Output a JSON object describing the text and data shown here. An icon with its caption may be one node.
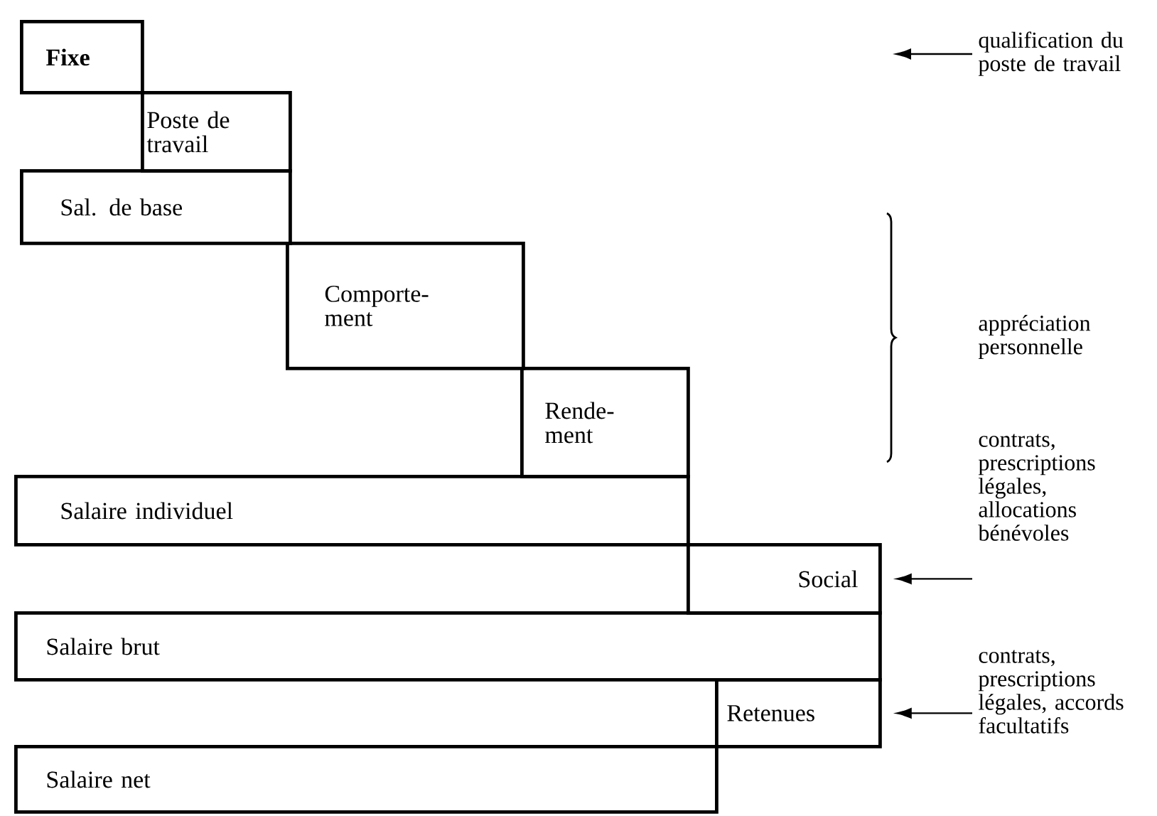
{
  "diagram": {
    "nodes": [
      {
        "text": [
          "Fixe"
        ]
      },
      {
        "text": [
          "Poste de travail"
        ]
      },
      {
        "text": [
          "Sal. de base"
        ]
      },
      {
        "text": [
          "Comporte- ment"
        ]
      },
      {
        "text": [
          "Rende- ment"
        ]
      },
      {
        "text": [
          "Salaire individuel"
        ]
      },
      {
        "text": [
          "Social"
        ]
      },
      {
        "text": [
          "Salaire brut"
        ]
      },
      {
        "text": [
          "Retenues"
        ]
      },
      {
        "text": [
          "Salaire net"
        ]
      },
      {
        "text": [
          "qualification du poste de travail"
        ]
      },
      {
        "text": [
          "contrats, prescriptions légales, allocations bénévoles"
        ]
      },
      {
        "text": [
          "contrats, prescriptions légales, accords facultatifs"
        ]
      }
    ],
    "edges": [
      {
        "from": 10,
        "to": null,
        "arrow": "to"
      },
      {
        "from": 11,
        "to": 6,
        "arrow": "to"
      },
      {
        "from": 12,
        "to": 8,
        "arrow": "to"
      }
    ],
    "labels": [
      "appréciation personnelle"
    ]
  }
}
